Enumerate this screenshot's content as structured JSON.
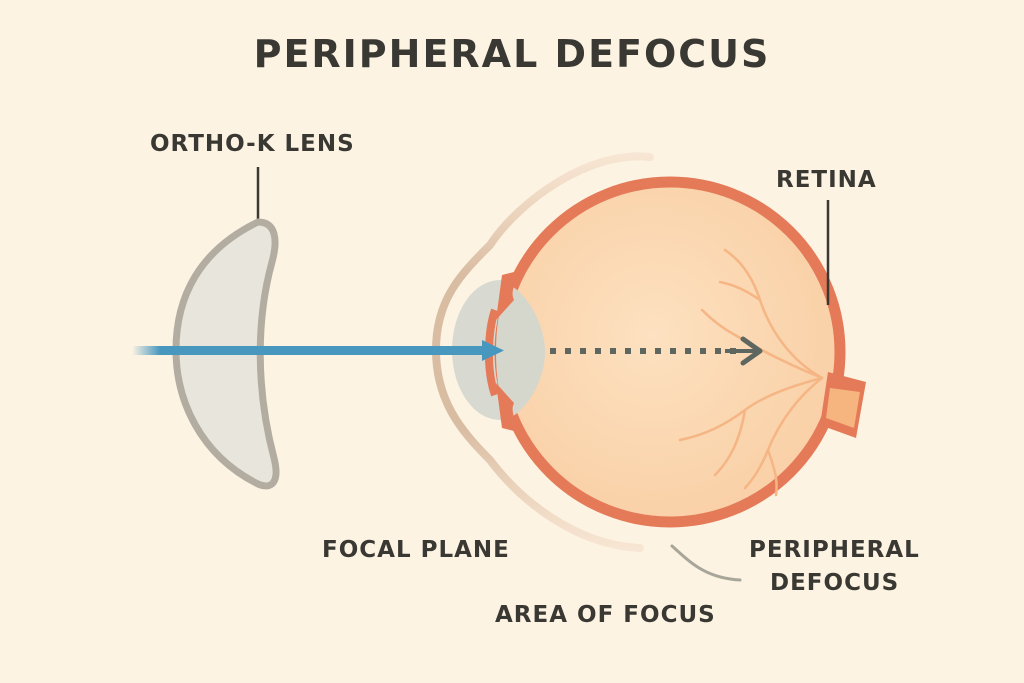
{
  "title": "PERIPHERAL DEFOCUS",
  "labels": {
    "ortho_k_lens": "ORTHO-K LENS",
    "retina": "RETINA",
    "focal_plane": "FOCAL PLANE",
    "peripheral_defocus_line1": "PERIPHERAL",
    "peripheral_defocus_line2": "DEFOCUS",
    "area_of_focus": "AREA OF FOCUS"
  },
  "colors": {
    "background": "#fdf3e3",
    "text": "#3a3833",
    "eye_wall": "#e47a58",
    "eye_fill": "#fcd9b3",
    "lens_fill": "#e8e6dc",
    "lens_outline": "#b3ada1",
    "light_ray": "#4797bf",
    "focus_arrow": "#5e6660",
    "optic_nerve": "#f6b47e",
    "cornea": "#d9bda3"
  }
}
